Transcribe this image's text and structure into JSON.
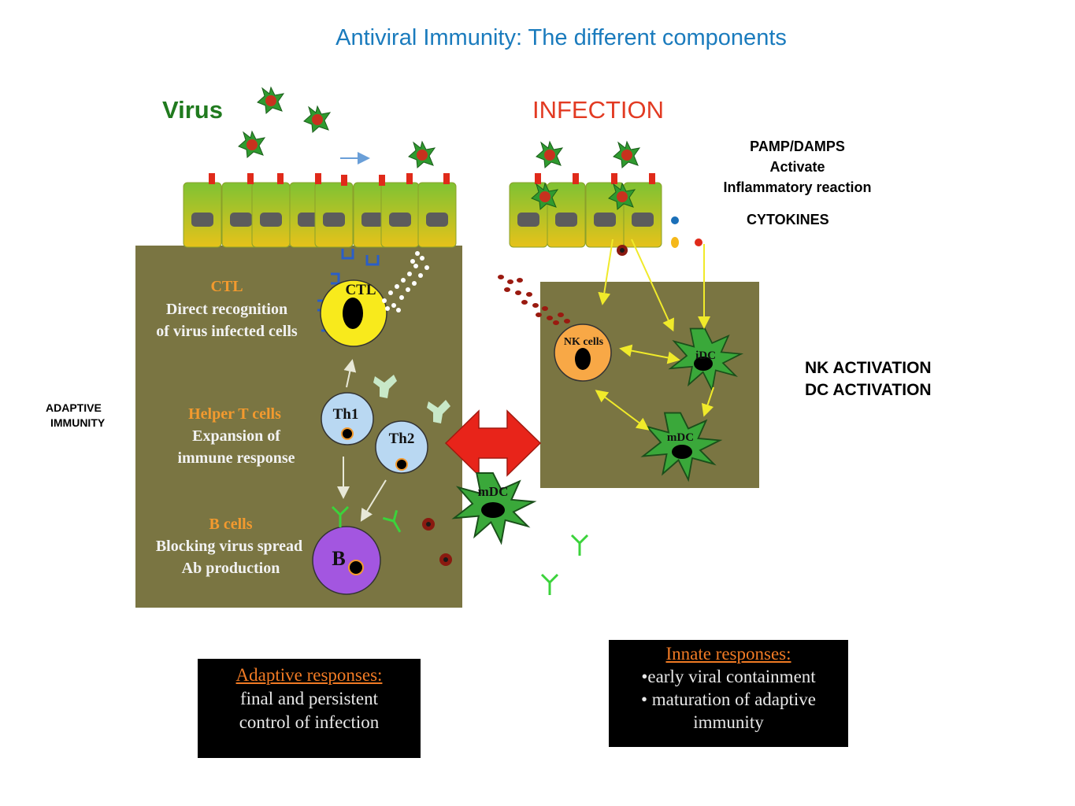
{
  "title": "Antiviral Immunity: The different components",
  "virus_label": "Virus",
  "infection_label": "INFECTION",
  "pamp": {
    "line1": "PAMP/DAMPS",
    "line2": "Activate",
    "line3": "Inflammatory  reaction"
  },
  "cytokines": "CYTOKINES",
  "activation": {
    "line1": "NK ACTIVATION",
    "line2": "DC ACTIVATION"
  },
  "adaptive_immunity": {
    "line1": "ADAPTIVE",
    "line2": "IMMUNITY"
  },
  "adaptive_panel": {
    "ctl_title": "CTL",
    "ctl_desc1": "Direct recognition",
    "ctl_desc2": "of virus infected cells",
    "helper_title": "Helper T cells",
    "helper_desc1": "Expansion of",
    "helper_desc2": "immune response",
    "bcell_title": "B cells",
    "bcell_desc1": "Blocking virus spread",
    "bcell_desc2": "Ab production"
  },
  "cells": {
    "ctl": "CTL",
    "th1": "Th1",
    "th2": "Th2",
    "b": "B",
    "mdc": "mDC",
    "nk": "NK cells",
    "idc": "iDC",
    "mdc2": "mDC"
  },
  "adaptive_box": {
    "header": "Adaptive responses:",
    "line1": "final and persistent",
    "line2": "control of infection"
  },
  "innate_box": {
    "header": "Innate responses:",
    "line1": "•early viral containment",
    "line2": "• maturation of adaptive",
    "line3": "immunity"
  },
  "colors": {
    "title": "#1a7bbd",
    "virus": "#207a1e",
    "infection": "#e23a22",
    "panel": "#7a7542",
    "ctl": "#f8ea1c",
    "th": "#b9d8f2",
    "b": "#a356e0",
    "nk": "#f8a846",
    "dc": "#3aa83a",
    "arrow_red": "#e8241a"
  }
}
